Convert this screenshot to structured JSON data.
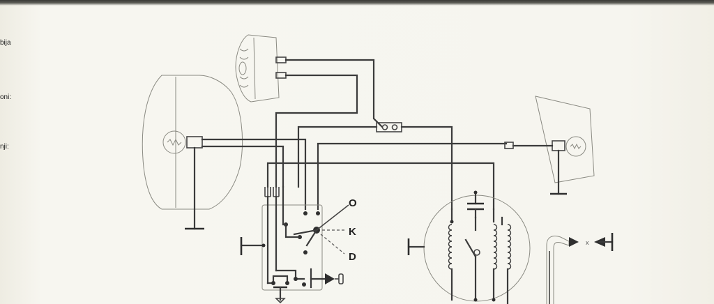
{
  "side_labels": [
    "bija",
    "oni:",
    "nji:"
  ],
  "switch_positions": [
    "O",
    "K",
    "D"
  ],
  "colors": {
    "wire": "#3b3b3b",
    "outline": "#8a8a82",
    "paper": "#f4f2ea"
  }
}
